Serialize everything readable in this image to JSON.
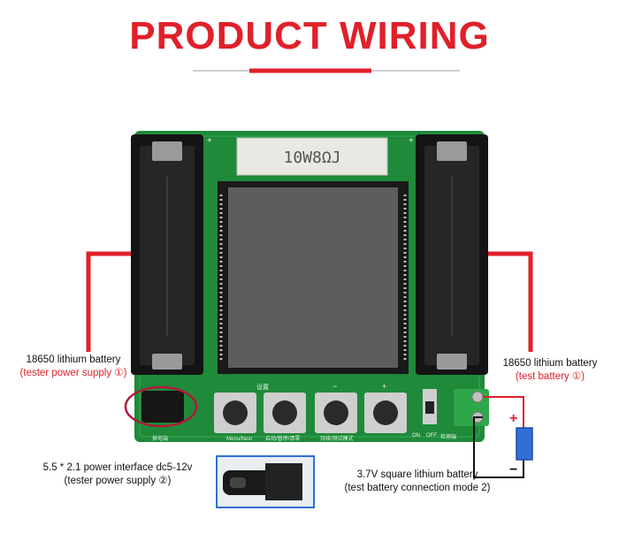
{
  "header": {
    "title": "PRODUCT WIRING"
  },
  "board": {
    "resistor_label": "10W8ΩJ",
    "button_labels": [
      "设置",
      "Menu/Next",
      "启动/暂停/清零",
      "−",
      "+",
      "持续/测试模式",
      "检测端",
      "供电端"
    ],
    "switch_labels": [
      "ON",
      "OFF"
    ]
  },
  "callouts": {
    "left_battery": {
      "line1": "18650 lithium battery",
      "line2": "(tester power supply ①)"
    },
    "right_battery": {
      "line1": "18650 lithium battery",
      "line2": "(test battery ①)"
    },
    "power_interface": {
      "line1": "5.5 * 2.1 power interface dc5-12v",
      "line2": "(tester power supply ②)"
    },
    "square_battery": {
      "line1": "3.7V square lithium battery",
      "line2": "(test battery connection mode 2)"
    }
  },
  "polarity": {
    "plus": "+",
    "minus": "−"
  },
  "colors": {
    "accent": "#e0202a",
    "pcb": "#1f8a3a",
    "battery_blue": "#2f6fd6"
  }
}
